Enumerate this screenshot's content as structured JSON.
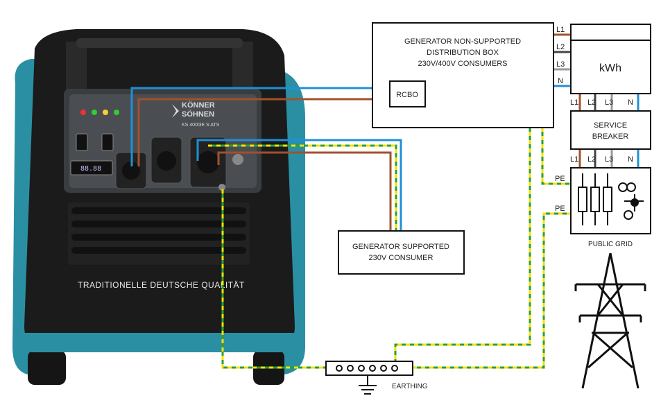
{
  "generator": {
    "brand_line1": "KÖNNER",
    "brand_line2": "SÖHNEN",
    "model": "KS 4000iE S ATS",
    "front_text": "TRADITIONELLE DEUTSCHE QUALITÄT",
    "display_value": "88.88"
  },
  "nonsupported_box": {
    "line1": "GENERATOR  NON-SUPPORTED",
    "line2": "DISTRIBUTION BOX",
    "line3": "230V/400V  CONSUMERS",
    "rcbo_label": "RCBO"
  },
  "supported_box": {
    "line1": "GENERATOR  SUPPORTED",
    "line2": "230V  CONSUMER"
  },
  "meter": {
    "label": "kWh",
    "terminals_left": [
      "L1",
      "L2",
      "L3",
      "N"
    ],
    "terminals_bottom": [
      "L1",
      "L2",
      "L3",
      "N"
    ]
  },
  "service_breaker": {
    "line1": "SERVICE",
    "line2": "BREAKER",
    "terminals_bottom": [
      "L1",
      "L2",
      "L3",
      "N"
    ]
  },
  "public_grid": {
    "label": "PUBLIC GRID",
    "pe_top": "PE",
    "pe_bottom": "PE"
  },
  "earthing": {
    "label": "EARTHING"
  },
  "colors": {
    "phase_brown": "#a0522d",
    "neutral_blue": "#1e90d6",
    "earth_green": "#2e9e3a",
    "earth_yellow": "#f2e200",
    "generator_teal": "#2b8fa3",
    "generator_body": "#1a1a1a"
  }
}
